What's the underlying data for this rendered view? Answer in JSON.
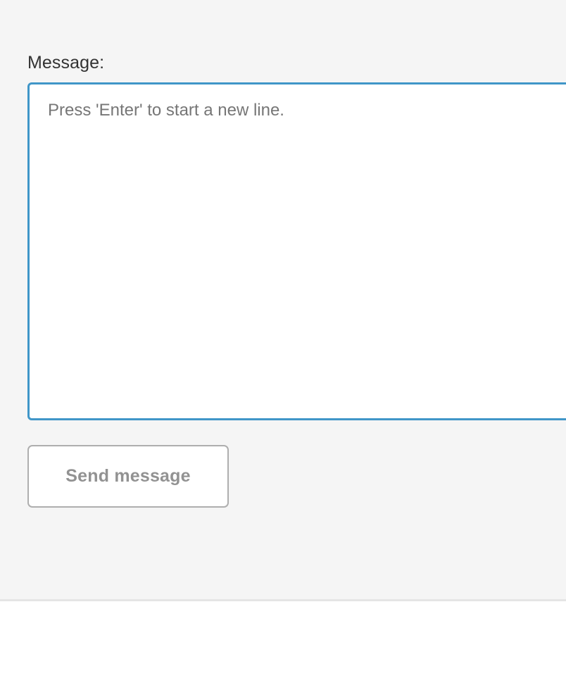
{
  "panel": {
    "background_color": "#f5f5f5",
    "divider_color": "#e5e5e5",
    "below_background_color": "#ffffff"
  },
  "form": {
    "label": "Message:",
    "message_field": {
      "value": "",
      "placeholder": "Press 'Enter' to start a new line.",
      "focused": true,
      "focus_border_color": "#4096c8",
      "text_color": "#333333",
      "placeholder_color": "#767676"
    },
    "submit_button": {
      "label": "Send message",
      "text_color": "#929292",
      "border_color": "#aeaeae",
      "background_color": "#ffffff"
    }
  }
}
